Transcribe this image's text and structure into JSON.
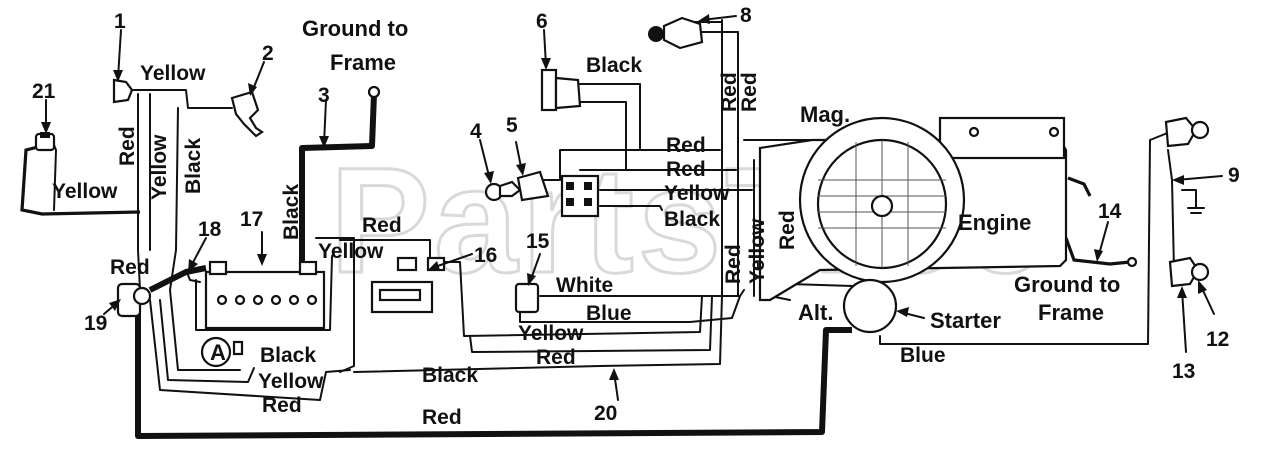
{
  "watermark": "PartsTree",
  "captions": {
    "ground_top_line1": "Ground to",
    "ground_top_line2": "Frame",
    "ground_right_line1": "Ground to",
    "ground_right_line2": "Frame",
    "mag": "Mag.",
    "engine": "Engine",
    "alt": "Alt.",
    "starter": "Starter",
    "circle_a": "A"
  },
  "callouts": [
    "1",
    "2",
    "3",
    "4",
    "5",
    "6",
    "8",
    "9",
    "12",
    "13",
    "14",
    "15",
    "16",
    "17",
    "18",
    "19",
    "20",
    "21"
  ],
  "wire_labels": {
    "yellow_top": "Yellow",
    "red_vert_left": "Red",
    "yellow_vert_left": "Yellow",
    "black_vert_left": "Black",
    "yellow_left": "Yellow",
    "red_left": "Red",
    "black_battery": "Black",
    "red_16": "Red",
    "yellow_16": "Yellow",
    "black_6": "Black",
    "red_vert_8a": "Red",
    "red_vert_8b": "Red",
    "red_sw1": "Red",
    "red_sw2": "Red",
    "yellow_sw": "Yellow",
    "black_sw": "Black",
    "red_vert_mid": "Red",
    "yellow_vert_mid": "Yellow",
    "red_vert_mid2": "Red",
    "white_15": "White",
    "blue_15": "Blue",
    "yellow_bottom": "Yellow",
    "red_bottom": "Red",
    "black_a": "Black",
    "yellow_a": "Yellow",
    "red_a": "Red",
    "black_bottom": "Black",
    "red_very_bottom": "Red",
    "blue_right": "Blue"
  }
}
